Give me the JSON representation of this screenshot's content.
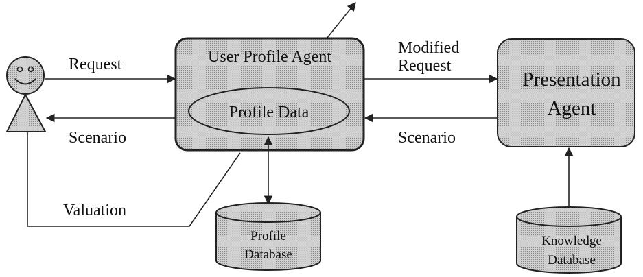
{
  "diagram": {
    "user_profile_agent": {
      "title": "User Profile Agent",
      "inner": "Profile Data"
    },
    "presentation_agent": {
      "line1": "Presentation",
      "line2": "Agent"
    },
    "profile_database": {
      "line1": "Profile",
      "line2": "Database"
    },
    "knowledge_database": {
      "line1": "Knowledge",
      "line2": "Database"
    },
    "edges": {
      "request": "Request",
      "scenario_left": "Scenario",
      "modified_line1": "Modified",
      "modified_line2": "Request",
      "scenario_right": "Scenario",
      "valuation": "Valuation"
    }
  },
  "colors": {
    "node_fill": "#d9d9d9",
    "stroke": "#222222",
    "background": "#ffffff"
  }
}
